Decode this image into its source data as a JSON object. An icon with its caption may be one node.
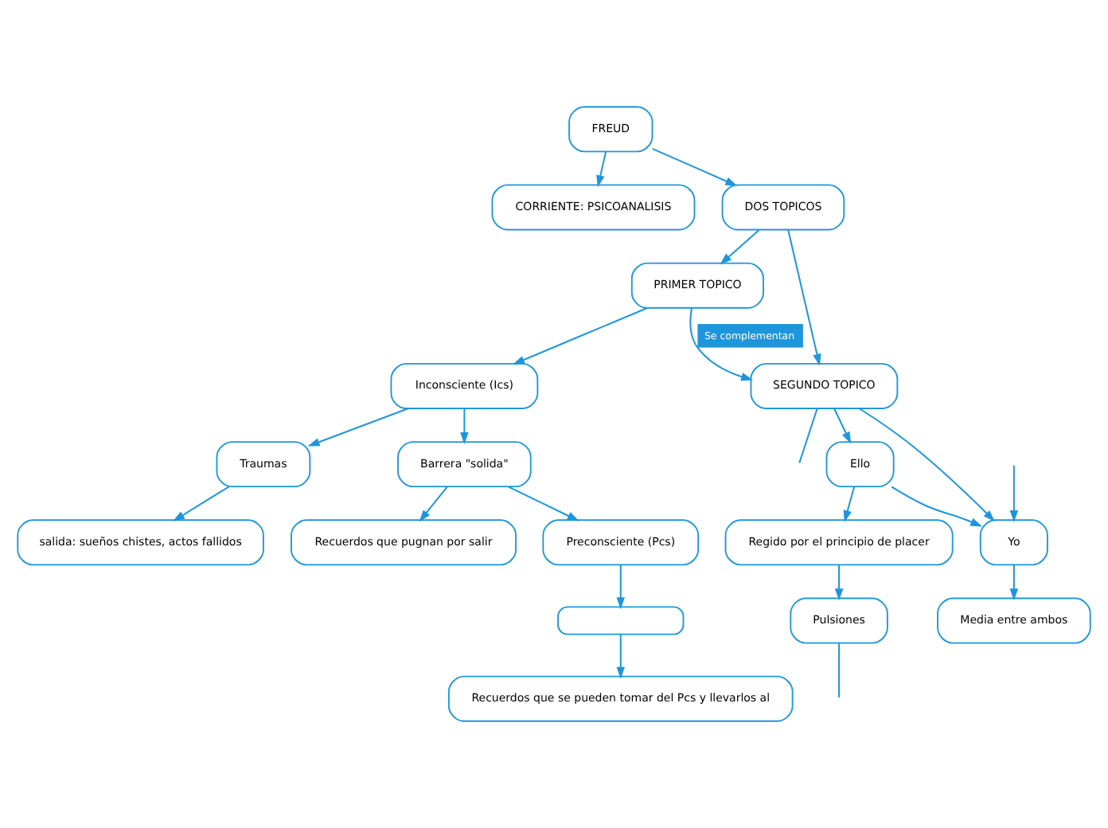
{
  "diagram": {
    "nodes": [
      {
        "text": [
          "FREUD"
        ]
      },
      {
        "text": [
          "CORRIENTE: PSICOANALISIS"
        ]
      },
      {
        "text": [
          "DOS TOPICOS"
        ]
      },
      {
        "text": [
          "PRIMER TOPICO"
        ]
      },
      {
        "text": [
          "SEGUNDO TOPICO"
        ]
      },
      {
        "text": [
          "Inconsciente (Ics)"
        ]
      },
      {
        "text": [
          "Traumas"
        ]
      },
      {
        "text": [
          "salida: sueños chistes, actos fallidos"
        ]
      },
      {
        "text": [
          "Barrera \"solida\""
        ]
      },
      {
        "text": [
          "Recuerdos que pugnan por salir"
        ]
      },
      {
        "text": [
          "Preconsciente (Pcs)"
        ]
      },
      {
        "text": [],
        "shape": "box"
      },
      {
        "text": [
          "Recuerdos que se pueden tomar del Pcs y llevarlos al"
        ]
      },
      {
        "text": [
          "Ello"
        ]
      },
      {
        "text": [
          "Yo"
        ]
      },
      {
        "text": [
          "Regido por el principio de placer"
        ]
      },
      {
        "text": [
          "Media entre ambos"
        ]
      },
      {
        "text": [
          "Pulsiones"
        ]
      }
    ],
    "edges": [
      {
        "from": 0,
        "to": 1,
        "arrow": "to"
      },
      {
        "from": 0,
        "to": 2,
        "arrow": "to"
      },
      {
        "from": 2,
        "to": 3,
        "arrow": "to"
      },
      {
        "from": 2,
        "to": 4,
        "arrow": "to"
      },
      {
        "from": 3,
        "to": 4,
        "arrow": "to",
        "label": "Se complementan"
      },
      {
        "from": 3,
        "to": 5,
        "arrow": "to"
      },
      {
        "from": 5,
        "to": 6,
        "arrow": "to"
      },
      {
        "from": 6,
        "to": 7,
        "arrow": "to"
      },
      {
        "from": 5,
        "to": 8,
        "arrow": "to"
      },
      {
        "from": 8,
        "to": 9,
        "arrow": "to"
      },
      {
        "from": 8,
        "to": 10,
        "arrow": "to"
      },
      {
        "from": 10,
        "to": 11,
        "arrow": "to"
      },
      {
        "from": 11,
        "to": 12,
        "arrow": "to"
      },
      {
        "from": 4,
        "to": 13,
        "arrow": "to"
      },
      {
        "from": 4,
        "to": 14,
        "arrow": "to"
      },
      {
        "from": 4,
        "to": null,
        "arrow": "none"
      },
      {
        "from": 13,
        "to": 14,
        "arrow": "to"
      },
      {
        "from": null,
        "to": 14,
        "arrow": "to"
      },
      {
        "from": 13,
        "to": 15,
        "arrow": "to"
      },
      {
        "from": 14,
        "to": 16,
        "arrow": "to"
      },
      {
        "from": 15,
        "to": 17,
        "arrow": "to"
      },
      {
        "from": 17,
        "to": null,
        "arrow": "none"
      }
    ]
  }
}
